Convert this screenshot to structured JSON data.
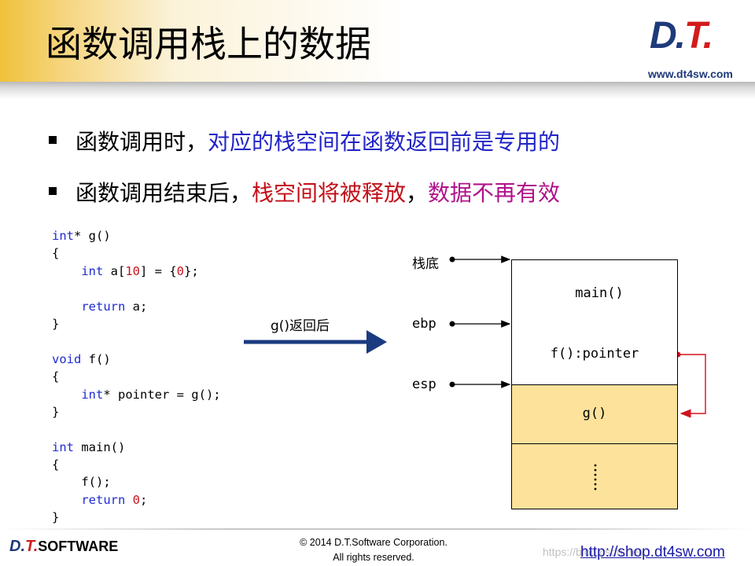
{
  "slide": {
    "title": "函数调用栈上的数据",
    "logo": {
      "text_main": "D.",
      "text_accent": "T.",
      "url": "www.dt4sw.com"
    },
    "bullets": [
      {
        "plain": "函数调用时，",
        "highlight": "对应的栈空间在函数返回前是专用的",
        "highlight_color": "#2124c6"
      },
      {
        "plain": "函数调用结束后，",
        "highlight": "栈空间将被释放",
        "highlight_color": "#c3101a",
        "separator": "，",
        "highlight2": "数据不再有效",
        "highlight2_color": "#b0128a"
      }
    ],
    "code_lines": [
      "int* g()",
      "{",
      "    int a[10] = {0};",
      "",
      "    return a;",
      "}",
      "",
      "void f()",
      "{",
      "    int* pointer = g();",
      "}",
      "",
      "int main()",
      "{",
      "    f();",
      "    return 0;",
      "}"
    ],
    "arrow_label": "g()返回后",
    "stack_pointers": {
      "bottom": "栈底",
      "ebp": "ebp",
      "esp": "esp"
    },
    "stack_frames": [
      {
        "label": "main()",
        "fill": "#ffffff"
      },
      {
        "label": "f():pointer",
        "fill": "#ffffff"
      },
      {
        "label": "g()",
        "fill": "#fde29b"
      },
      {
        "label": "",
        "fill": "#fde29b"
      }
    ],
    "colors": {
      "keyword": "#1d2bd1",
      "number": "#c4141d",
      "arrow": "#1b3b80",
      "link_arrow": "#d0121b"
    }
  },
  "footer": {
    "logo_main": "D.",
    "logo_accent": "T.",
    "logo_suffix": "SOFTWARE",
    "copyright_line1": "© 2014 D.T.Software Corporation.",
    "copyright_line2": "All rights reserved.",
    "shop_url": "http://shop.dt4sw.com",
    "watermark": "https://blog.csdn.net/..."
  }
}
